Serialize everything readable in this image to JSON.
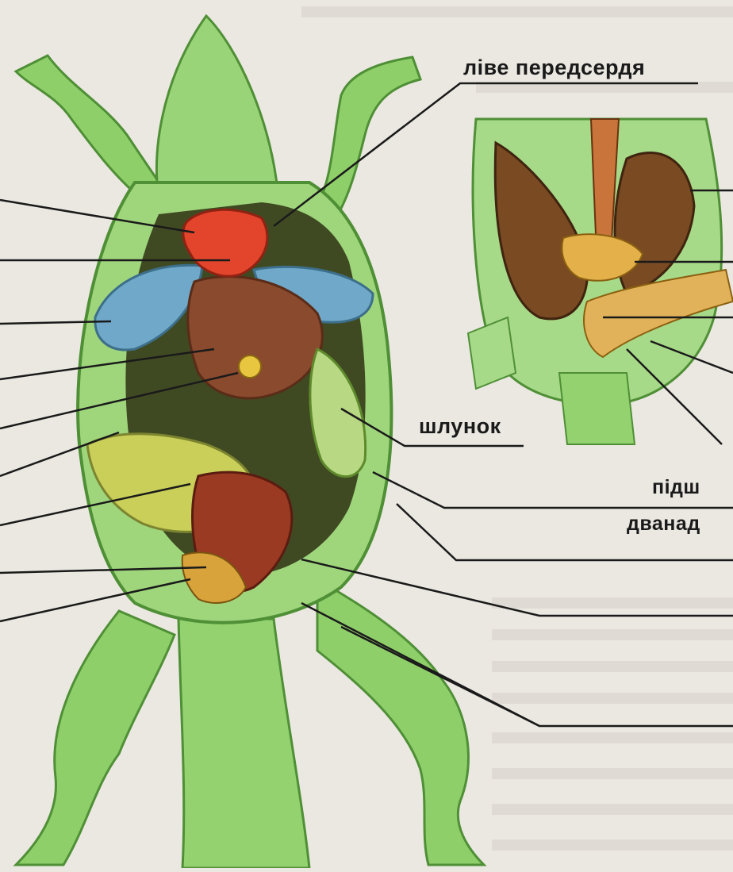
{
  "labels": {
    "left_atrium": "ліве передсердя",
    "stomach": "шлунок",
    "pancreas_partial": "підш",
    "duodenum_partial": "дванад"
  },
  "colors": {
    "paper": "#ebe8e2",
    "skin_green": "#8fcf6a",
    "organ_brown": "#8a4a2e",
    "heart_red": "#e2452c",
    "lung_blue": "#6fa8c8",
    "fat_yellow": "#d9c25a",
    "leader_line": "#1a1a1a"
  }
}
